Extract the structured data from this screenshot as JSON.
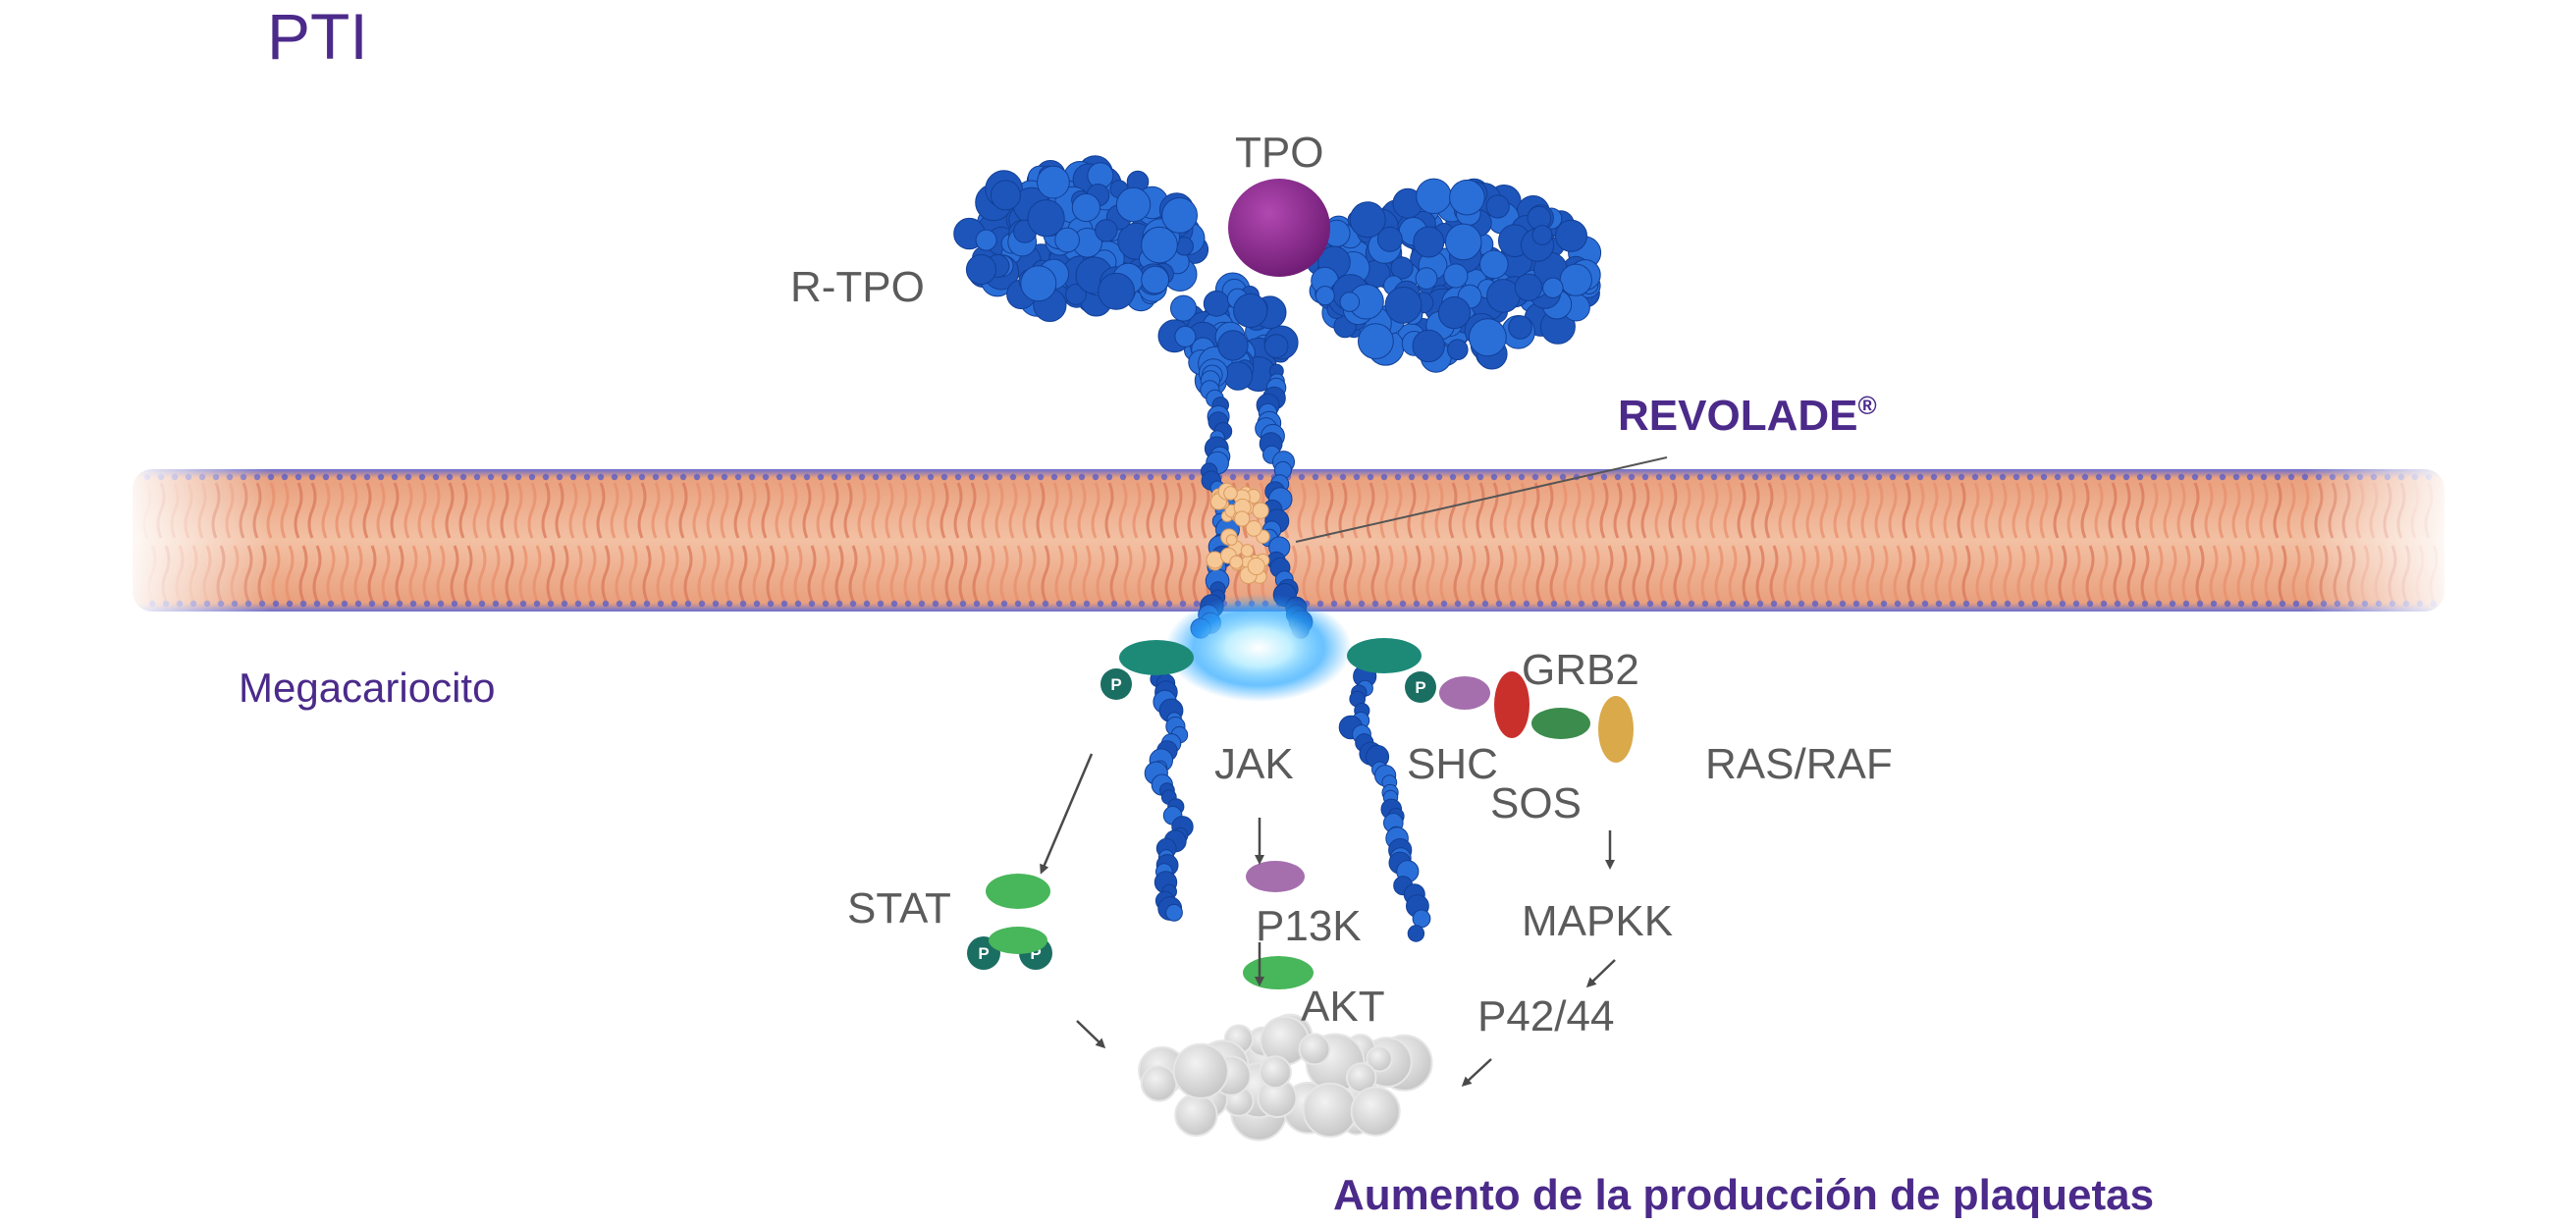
{
  "title": "PTI",
  "labels": {
    "tpo": "TPO",
    "r_tpo": "R-TPO",
    "revolade": "REVOLADE",
    "revolade_reg": "®",
    "megacariocito": "Megacariocito",
    "grb2": "GRB2",
    "jak": "JAK",
    "shc": "SHC",
    "sos": "SOS",
    "ras_raf": "RAS/RAF",
    "stat": "STAT",
    "p13k": "P13K",
    "mapkk": "MAPKK",
    "akt": "AKT",
    "p42_44": "P42/44",
    "phospho": "P",
    "outcome": "Aumento de la producción de plaquetas"
  },
  "colors": {
    "title_purple": "#4b2a8a",
    "label_gray": "#5b5b5b",
    "receptor_blue": "#1f5fc4",
    "tpo_magenta": "#8e2a8e",
    "membrane_orange": "#eea27f",
    "teal": "#1d8a78",
    "green": "#48b65a",
    "purple_protein": "#a56fae",
    "red_protein": "#c9302c",
    "dark_green_protein": "#3c8c4d",
    "gold_protein": "#d9a94a",
    "platelet_gray": "#d8d8d8"
  }
}
